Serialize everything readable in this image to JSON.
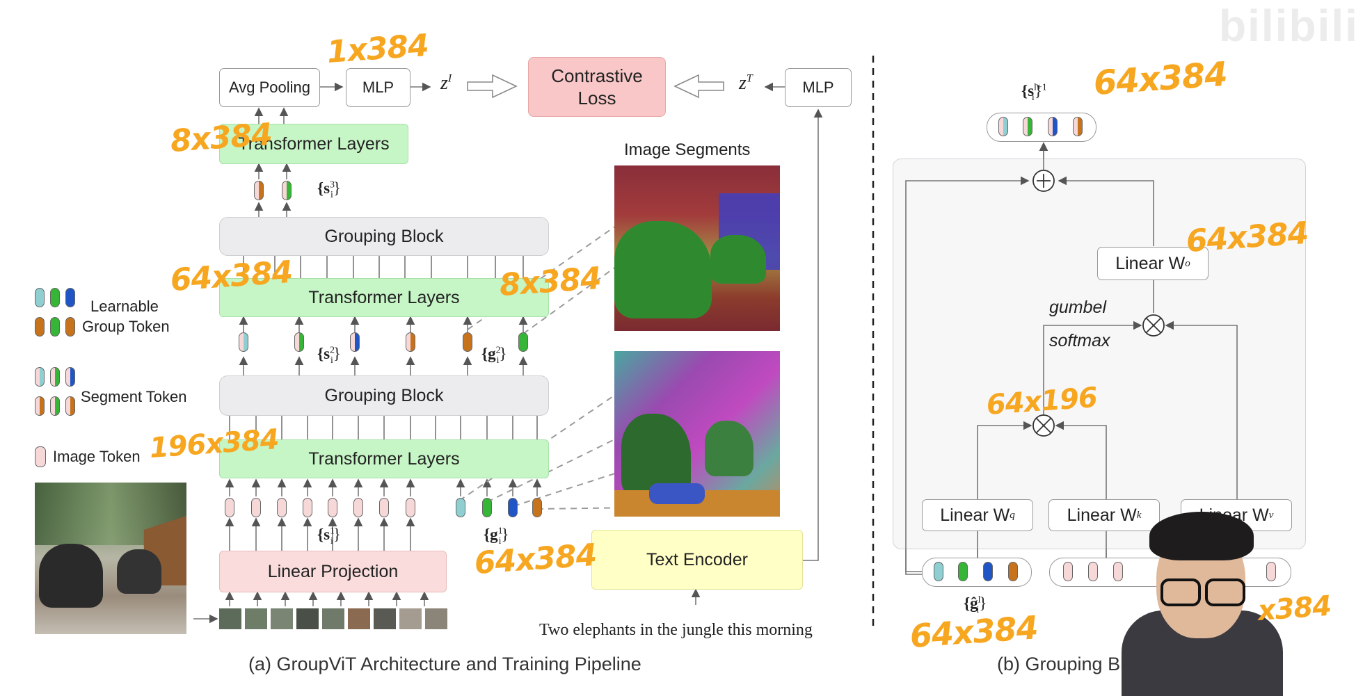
{
  "panel_a": {
    "avg_pooling": "Avg Pooling",
    "mlp_image": "MLP",
    "z_image": "z",
    "z_image_sup": "I",
    "contrastive_loss": "Contrastive Loss",
    "z_text": "z",
    "z_text_sup": "T",
    "mlp_text": "MLP",
    "transformer_layers_top": "Transformer Layers",
    "s3_label": "{s",
    "s3_sub": "i",
    "s3_sup": "3",
    "grouping_block_top": "Grouping Block",
    "transformer_layers_mid": "Transformer Layers",
    "s2_label": "{s",
    "s2_sub": "i",
    "s2_sup": "2",
    "g2_label": "{g",
    "g2_sub": "i",
    "g2_sup": "2",
    "grouping_block_bottom": "Grouping Block",
    "transformer_layers_bottom": "Transformer Layers",
    "s1_label": "{s",
    "s1_sub": "i",
    "s1_sup": "1",
    "g1_label": "{g",
    "g1_sub": "i",
    "g1_sup": "1",
    "linear_projection": "Linear Projection",
    "image_segments": "Image Segments",
    "text_encoder": "Text Encoder",
    "caption": "Two elephants in the jungle this morning",
    "legend": {
      "learnable_line1": "Learnable",
      "learnable_line2": "Group Token",
      "segment_token": "Segment Token",
      "image_token": "Image Token"
    },
    "subtitle": "(a) GroupViT Architecture and Training Pipeline"
  },
  "panel_b": {
    "s_next_label": "{s",
    "s_next_sub": "i",
    "s_next_sup": "l+1",
    "linear_wo": "Linear W",
    "wo_sub": "o",
    "gumbel": "gumbel",
    "softmax": "softmax",
    "linear_wq": "Linear W",
    "wq_sub": "q",
    "linear_wk": "Linear W",
    "wk_sub": "k",
    "linear_wv": "Linear W",
    "wv_sub": "v",
    "g_hat_label": "{ĝ",
    "g_hat_sub": "i",
    "g_hat_sup": "l",
    "subtitle": "(b) Grouping Bl"
  },
  "annotations": {
    "a1": "1x384",
    "a2": "8x384",
    "a3": "64x384",
    "a4": "8x384",
    "a5": "196x384",
    "a6": "64x384",
    "b1": "64x384",
    "b2": "64x384",
    "b3": "64x196",
    "b4": "64x384",
    "b5": "x384"
  },
  "watermark": "bilibili",
  "colors": {
    "teal": "#8fcfd1",
    "green": "#36b536",
    "blue": "#1f55c4",
    "orange": "#c6731c",
    "token_pink": "#f7d8d8",
    "annotation": "#f7a620"
  }
}
